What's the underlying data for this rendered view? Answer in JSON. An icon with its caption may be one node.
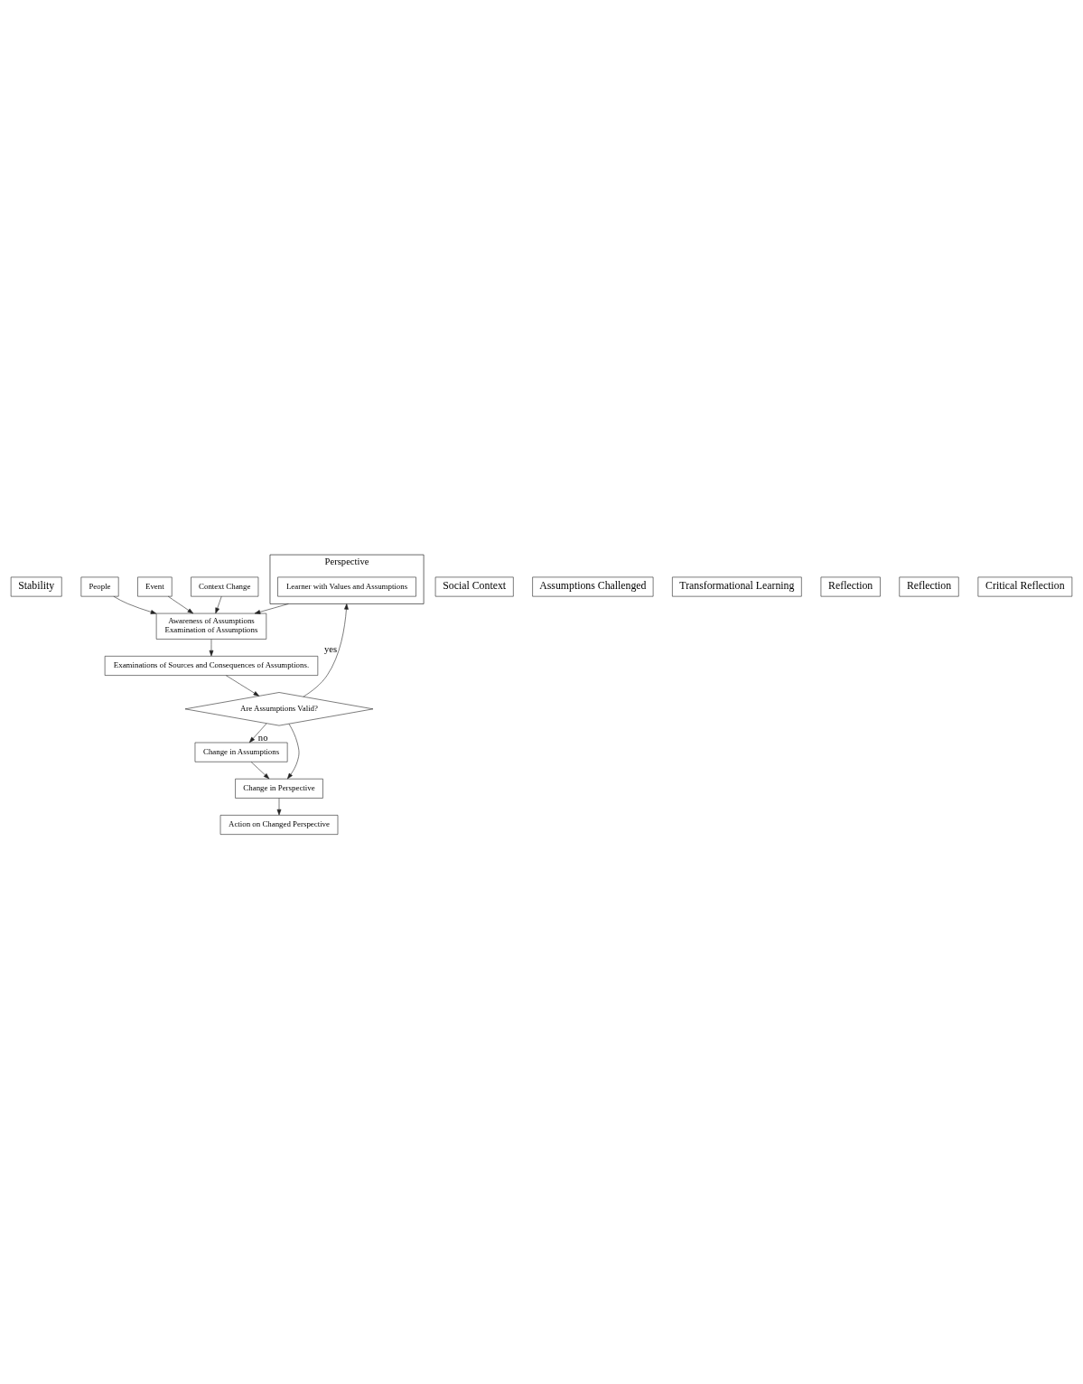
{
  "diagram": {
    "nodes": [
      {
        "text": [
          "Stability"
        ]
      },
      {
        "text": [
          "Perspective"
        ]
      },
      {
        "text": [
          "Learner with Values and Assumptions"
        ],
        "in": 1
      },
      {
        "text": [
          "Social Context"
        ]
      },
      {
        "text": [
          "People"
        ]
      },
      {
        "text": [
          "Assumptions Challenged"
        ]
      },
      {
        "text": [
          "Event"
        ]
      },
      {
        "text": [
          "Context Change"
        ]
      },
      {
        "text": [
          "Transformational Learning"
        ]
      },
      {
        "text": [
          "Reflection"
        ]
      },
      {
        "text": [
          "Awareness of Assumptions",
          "Examination of Assumptions"
        ]
      },
      {
        "text": [
          "Change in Assumptions"
        ]
      },
      {
        "text": [
          "Change in Perspective"
        ]
      },
      {
        "text": [
          "Reflection"
        ]
      },
      {
        "text": [
          "Examinations of Sources and Consequences of Assumptions."
        ]
      },
      {
        "text": [
          "Action on Changed Perspective"
        ]
      },
      {
        "text": [
          "Are Assumptions Valid?"
        ]
      },
      {
        "text": [
          "Critical Reflection"
        ]
      }
    ],
    "edges": [
      {
        "from": 1,
        "to": 10,
        "arrow": "to"
      },
      {
        "from": 4,
        "to": 10,
        "arrow": "to"
      },
      {
        "from": 6,
        "to": 10,
        "arrow": "to"
      },
      {
        "from": 7,
        "to": 10,
        "arrow": "to"
      },
      {
        "from": 10,
        "to": 14,
        "arrow": "to"
      },
      {
        "from": 14,
        "to": 16,
        "arrow": "to"
      },
      {
        "from": 16,
        "to": 1,
        "arrow": "to",
        "label": "yes"
      },
      {
        "from": 16,
        "to": 12,
        "arrow": "to"
      },
      {
        "from": 16,
        "to": 11,
        "arrow": "to",
        "label": "no"
      },
      {
        "from": 11,
        "to": 12,
        "arrow": "to"
      },
      {
        "from": 12,
        "to": 15,
        "arrow": "to"
      }
    ]
  }
}
